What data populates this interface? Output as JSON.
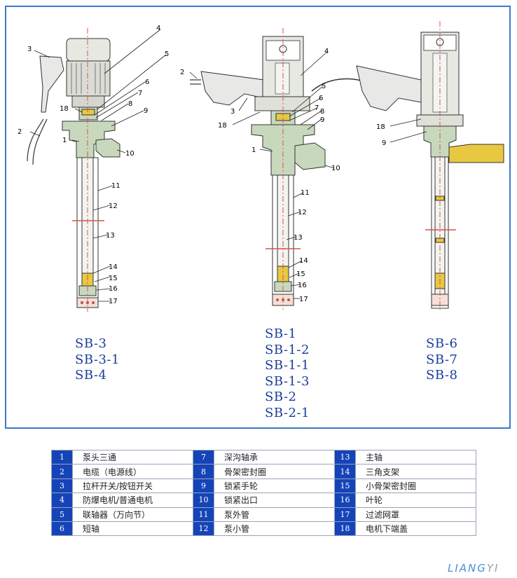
{
  "diagram": {
    "callouts": {
      "left": [
        "1",
        "2",
        "3",
        "4",
        "5",
        "6",
        "7",
        "8",
        "9",
        "10",
        "11",
        "12",
        "13",
        "14",
        "15",
        "16",
        "17",
        "18"
      ],
      "middle": [
        "1",
        "2",
        "3",
        "4",
        "5",
        "6",
        "7",
        "8",
        "9",
        "10",
        "11",
        "12",
        "13",
        "14",
        "15",
        "16",
        "17",
        "18"
      ],
      "right": [
        "9",
        "18"
      ]
    },
    "model_groups": [
      {
        "models": [
          "SB-3",
          "SB-3-1",
          "SB-4"
        ]
      },
      {
        "models": [
          "SB-1",
          "SB-1-2",
          "SB-1-1",
          "SB-1-3",
          "SB-2",
          "SB-2-1"
        ]
      },
      {
        "models": [
          "SB-6",
          "SB-7",
          "SB-8"
        ]
      }
    ]
  },
  "legend": [
    [
      {
        "n": "1",
        "name": "泵头三通"
      },
      {
        "n": "7",
        "name": "深沟轴承"
      },
      {
        "n": "13",
        "name": "主轴"
      }
    ],
    [
      {
        "n": "2",
        "name": "电缆（电源线）"
      },
      {
        "n": "8",
        "name": "骨架密封圈"
      },
      {
        "n": "14",
        "name": "三角支架"
      }
    ],
    [
      {
        "n": "3",
        "name": "拉杆开关/按钮开关"
      },
      {
        "n": "9",
        "name": "锁紧手轮"
      },
      {
        "n": "15",
        "name": "小骨架密封圈"
      }
    ],
    [
      {
        "n": "4",
        "name": "防爆电机/普通电机"
      },
      {
        "n": "10",
        "name": "锁紧出口"
      },
      {
        "n": "16",
        "name": "叶轮"
      }
    ],
    [
      {
        "n": "5",
        "name": "联轴器（万向节）"
      },
      {
        "n": "11",
        "name": "泵外管"
      },
      {
        "n": "17",
        "name": "过滤网罩"
      }
    ],
    [
      {
        "n": "6",
        "name": "短轴"
      },
      {
        "n": "12",
        "name": "泵小管"
      },
      {
        "n": "18",
        "name": "电机下端盖"
      }
    ]
  ],
  "logo": {
    "main": "LIANG",
    "suffix": "YI"
  },
  "colors": {
    "frame": "#3c78c8",
    "model_text": "#1a3d9c",
    "legend_number_bg": "#1544b8",
    "pump_body": "#c8d8bc",
    "motor": "#e6e8e2",
    "centerline": "#d9534f",
    "bearing": "#e8c840"
  }
}
